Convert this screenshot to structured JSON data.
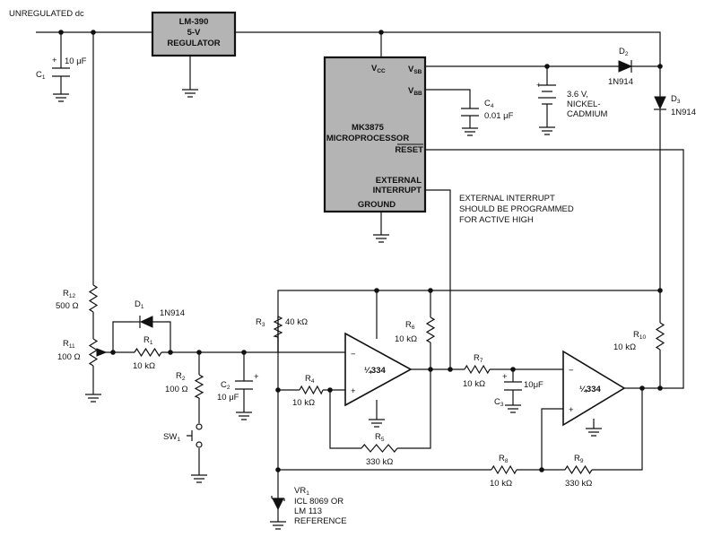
{
  "title": "",
  "texts": {
    "unregulated": "UNREGULATED dc",
    "reg_line1": "LM-390",
    "reg_line2": "5-V",
    "reg_line3": "REGULATOR",
    "c1_name": "C",
    "c1_sub": "1",
    "c1_plus": "+",
    "c1_val": "10 μF",
    "mcu_vcc": "V",
    "mcu_vcc_sub": "CC",
    "mcu_vsb": "V",
    "mcu_vsb_sub": "SB",
    "mcu_vbb": "V",
    "mcu_vbb_sub": "BB",
    "mcu_name1": "MK3875",
    "mcu_name2": "MICROPROCESSOR",
    "mcu_reset": "RESET",
    "mcu_ext1": "EXTERNAL",
    "mcu_ext2": "INTERRUPT",
    "mcu_ground": "GROUND",
    "c4_name": "C",
    "c4_sub": "4",
    "c4_val": "0.01 μF",
    "batt_plus": "+",
    "batt1": "3.6 V,",
    "batt2": "NICKEL-",
    "batt3": "CADMIUM",
    "d2_name": "D",
    "d2_sub": "2",
    "d2_type": "1N914",
    "d3_name": "D",
    "d3_sub": "3",
    "d3_type": "1N914",
    "note1": "EXTERNAL INTERRUPT",
    "note2": "SHOULD BE PROGRAMMED",
    "note3": "FOR ACTIVE HIGH",
    "r12_name": "R",
    "r12_sub": "12",
    "r12_val": "500 Ω",
    "r11_name": "R",
    "r11_sub": "11",
    "r11_val": "100 Ω",
    "d1_name": "D",
    "d1_sub": "1",
    "d1_type": "1N914",
    "r1_name": "R",
    "r1_sub": "1",
    "r1_val": "10 kΩ",
    "r2_name": "R",
    "r2_sub": "2",
    "r2_val": "100 Ω",
    "sw1_name": "SW",
    "sw1_sub": "1",
    "c2_name": "C",
    "c2_sub": "2",
    "c2_plus": "+",
    "c2_val": "10 μF",
    "r3_name": "R",
    "r3_sub": "3",
    "r3_val": "40 kΩ",
    "r4_name": "R",
    "r4_sub": "4",
    "r4_val": "10 kΩ",
    "op1_label": "¼334",
    "op_minus": "−",
    "op_plus": "+",
    "r5_name": "R",
    "r5_sub": "5",
    "r5_val": "330 kΩ",
    "r6_name": "R",
    "r6_sub": "6",
    "r6_val": "10 kΩ",
    "r7_name": "R",
    "r7_sub": "7",
    "r7_val": "10 kΩ",
    "c3_name": "C",
    "c3_sub": "3",
    "c3_plus": "+",
    "c3_val": "10μF",
    "op2_label": "¼334",
    "r10_name": "R",
    "r10_sub": "10",
    "r10_val": "10 kΩ",
    "r8_name": "R",
    "r8_sub": "8",
    "r8_val": "10 kΩ",
    "r9_name": "R",
    "r9_sub": "9",
    "r9_val": "330 kΩ",
    "vr1_name": "VR",
    "vr1_sub": "1",
    "vr1_1": "ICL 8069 OR",
    "vr1_2": "LM 113",
    "vr1_3": "REFERENCE"
  },
  "colors": {
    "line": "#111111",
    "ic_fill": "#b4b4b4",
    "background": "#ffffff"
  }
}
